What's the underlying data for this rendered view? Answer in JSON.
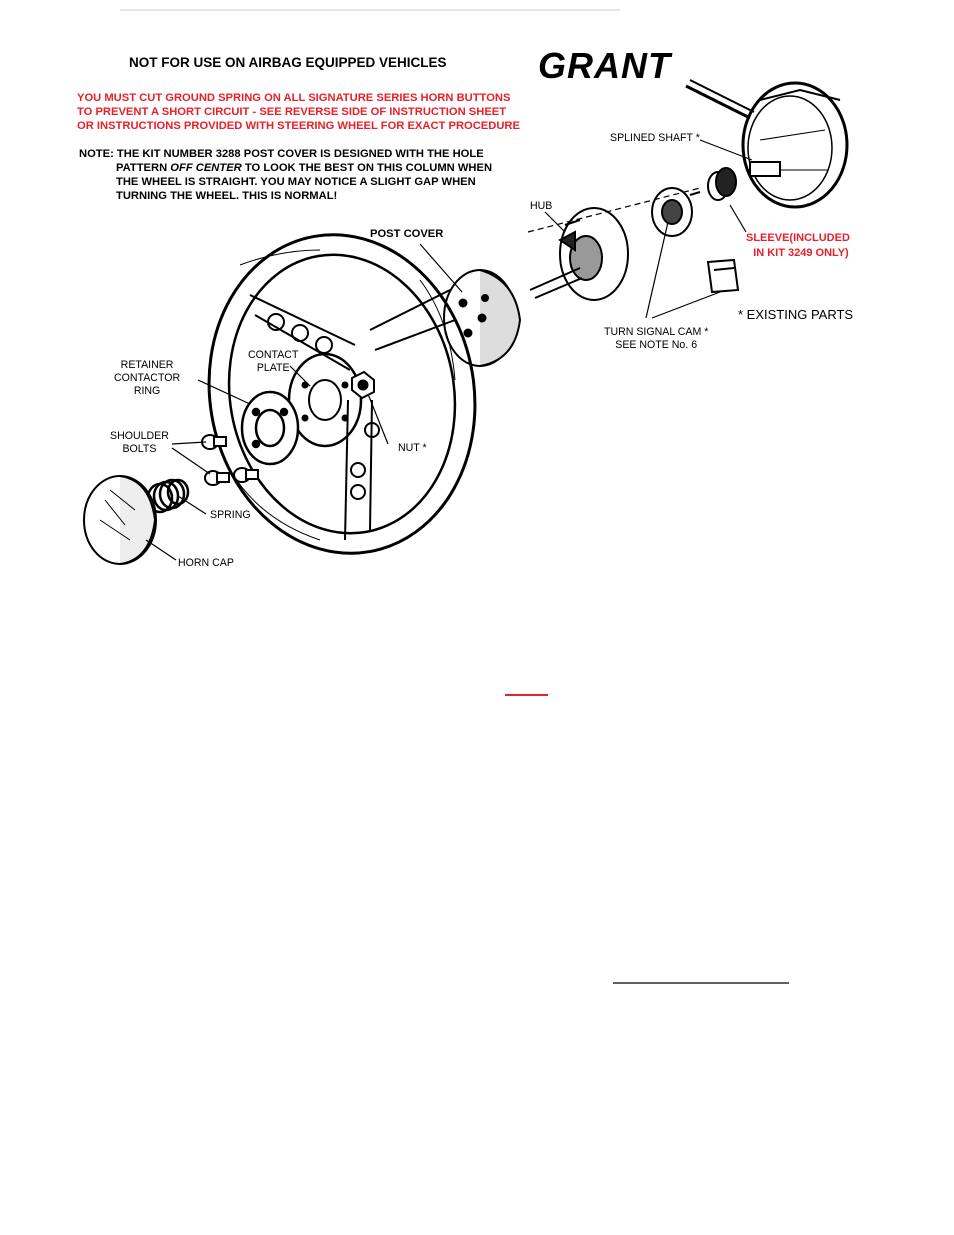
{
  "header": {
    "title": "NOT FOR USE ON AIRBAG EQUIPPED VEHICLES",
    "brand": "GRANT"
  },
  "warning": {
    "line1": "YOU MUST CUT GROUND SPRING ON ALL SIGNATURE SERIES HORN BUTTONS",
    "line2": "TO PREVENT A SHORT CIRCUIT - SEE REVERSE SIDE OF INSTRUCTION SHEET",
    "line3": "OR INSTRUCTIONS PROVIDED WITH STEERING WHEEL FOR EXACT PROCEDURE"
  },
  "note": {
    "prefix": "NOTE: THE KIT NUMBER 3288 POST COVER IS DESIGNED WITH THE HOLE",
    "line2a": "PATTERN ",
    "line2b": "OFF CENTER",
    "line2c": " TO LOOK THE BEST ON THIS COLUMN WHEN",
    "line3": "THE WHEEL IS STRAIGHT. YOU MAY NOTICE A SLIGHT GAP WHEN",
    "line4": "TURNING THE WHEEL. THIS IS NORMAL!"
  },
  "labels": {
    "splined_shaft": "SPLINED SHAFT *",
    "hub": "HUB",
    "post_cover": "POST COVER",
    "sleeve_1": "SLEEVE(INCLUDED",
    "sleeve_2": "IN KIT 3249 ONLY)",
    "existing_parts": "* EXISTING PARTS",
    "turn_signal_1": "TURN SIGNAL CAM  *",
    "turn_signal_2": "SEE NOTE No. 6",
    "retainer_1": "RETAINER",
    "retainer_2": "CONTACTOR",
    "retainer_3": "RING",
    "contact_1": "CONTACT",
    "contact_2": "PLATE",
    "shoulder_1": "SHOULDER",
    "shoulder_2": "BOLTS",
    "nut": "NUT *",
    "spring": "SPRING",
    "horn_cap": "HORN CAP"
  },
  "colors": {
    "warning": "#e8202a",
    "ink": "#000000"
  }
}
